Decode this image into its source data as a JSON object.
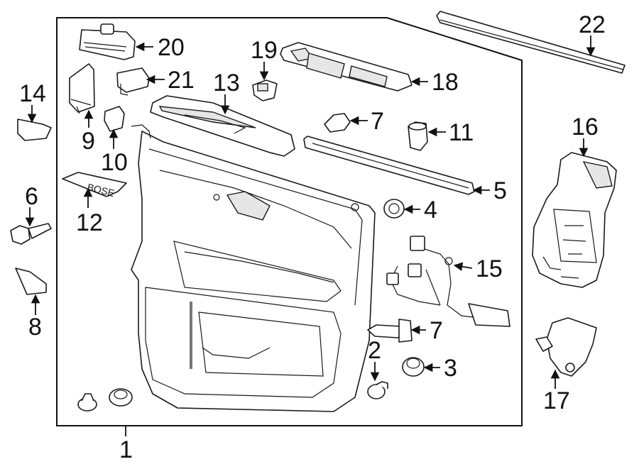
{
  "diagram": {
    "colors": {
      "line": "#1a1a1a",
      "fill": "#ffffff",
      "shade": "#e6e6e6"
    },
    "parts": [
      {
        "id": "p1",
        "label": "1",
        "name": "door-trim-panel"
      },
      {
        "id": "p2",
        "label": "2",
        "name": "panel-push-retainer"
      },
      {
        "id": "p3",
        "label": "3",
        "name": "panel-retainer-clip"
      },
      {
        "id": "p4",
        "label": "4",
        "name": "grommet"
      },
      {
        "id": "p5",
        "label": "5",
        "name": "upper-trim-strip"
      },
      {
        "id": "p6",
        "label": "6",
        "name": "mounting-bolt"
      },
      {
        "id": "p7a",
        "label": "7",
        "name": "trim-panel-clip-upper"
      },
      {
        "id": "p7b",
        "label": "7",
        "name": "trim-panel-clip-lower"
      },
      {
        "id": "p8",
        "label": "8",
        "name": "corner-trim-piece"
      },
      {
        "id": "p9",
        "label": "9",
        "name": "mirror-trim-cover"
      },
      {
        "id": "p10",
        "label": "10",
        "name": "small-switch"
      },
      {
        "id": "p11",
        "label": "11",
        "name": "lock-switch"
      },
      {
        "id": "p12",
        "label": "12",
        "name": "speaker-badge"
      },
      {
        "id": "p13",
        "label": "13",
        "name": "armrest-bezel"
      },
      {
        "id": "p14",
        "label": "14",
        "name": "speaker-grille"
      },
      {
        "id": "p15",
        "label": "15",
        "name": "wiring-harness"
      },
      {
        "id": "p16",
        "label": "16",
        "name": "water-deflector"
      },
      {
        "id": "p17",
        "label": "17",
        "name": "module-bracket"
      },
      {
        "id": "p18",
        "label": "18",
        "name": "switch-plate"
      },
      {
        "id": "p19",
        "label": "19",
        "name": "switch-clip"
      },
      {
        "id": "p20",
        "label": "20",
        "name": "window-switch"
      },
      {
        "id": "p21",
        "label": "21",
        "name": "seat-switch"
      },
      {
        "id": "p22",
        "label": "22",
        "name": "belt-molding"
      }
    ]
  }
}
